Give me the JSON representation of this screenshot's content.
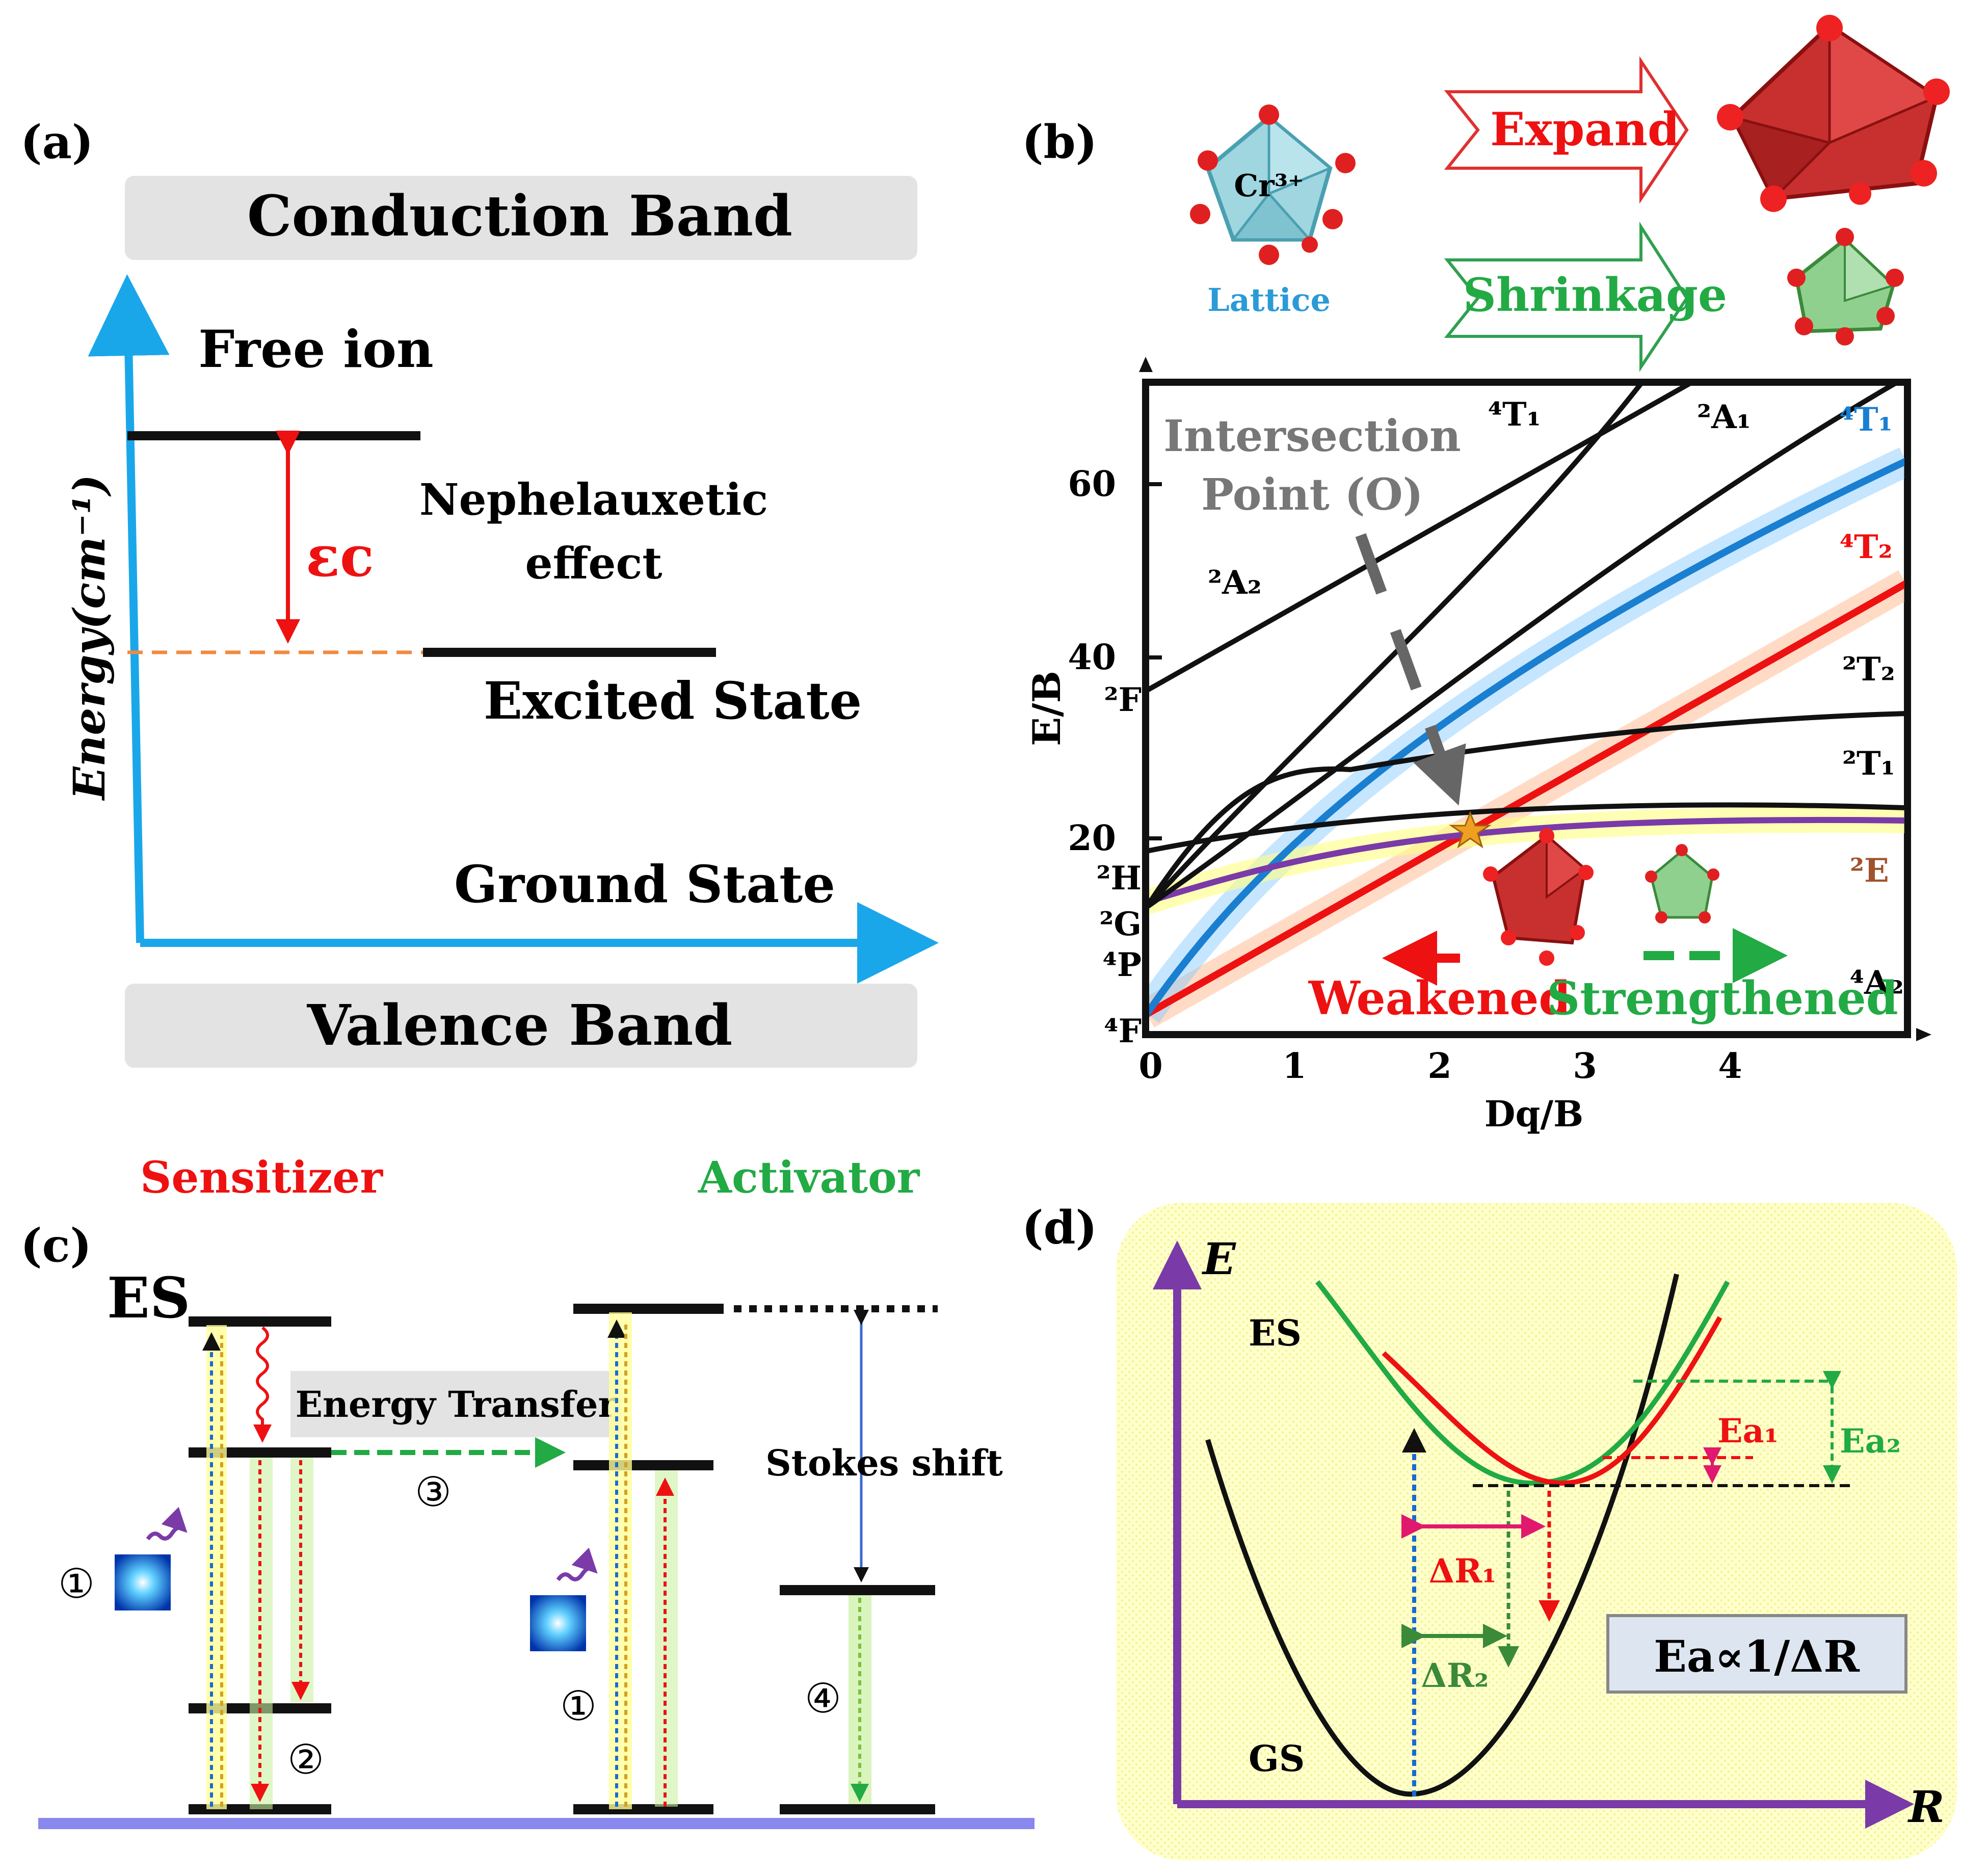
{
  "colors": {
    "black": "#111111",
    "axis_blue": "#1aa7ea",
    "red": "#ee1111",
    "green": "#22aa44",
    "blue_curve": "#1a7fd0",
    "purple": "#7a3aa8",
    "gray": "#777777",
    "band_gray": "#e3e3e3",
    "lattice_blue": "#2a9bd6",
    "brown": "#a0522d",
    "highlight_yellow": "#ffff99"
  },
  "panel_a": {
    "label": "(a)",
    "conduction_band": "Conduction Band",
    "valence_band": "Valence Band",
    "free_ion": "Free ion",
    "nephelauxetic_line1": "Nephelauxetic",
    "nephelauxetic_line2": "effect",
    "ec": "εc",
    "excited_state": "Excited State",
    "ground_state": "Ground State",
    "y_axis": "Energy(cm⁻¹)"
  },
  "panel_b": {
    "label": "(b)",
    "cr_ion": "Cr³⁺",
    "lattice": "Lattice",
    "expand": "Expand",
    "shrinkage": "Shrinkage",
    "ylabel": "E/B",
    "xlabel": "Dq/B",
    "y_ticks": [
      "20",
      "40",
      "60"
    ],
    "x_ticks": [
      "0",
      "1",
      "2",
      "3",
      "4"
    ],
    "intersection_line1": "Intersection",
    "intersection_line2": "Point (O)",
    "weakened": "Weakened",
    "strengthened": "Strengthened",
    "left_terms": [
      "⁴F",
      "⁴P",
      "²G",
      "²H",
      "²F"
    ],
    "curve_labels": [
      "⁴T₁",
      "²A₁",
      "⁴T₁",
      "⁴T₂",
      "²A₂",
      "²T₂",
      "²T₁",
      "²E",
      "⁴A₂"
    ]
  },
  "panel_c": {
    "label": "(c)",
    "sensitizer": "Sensitizer",
    "activator": "Activator",
    "es": "ES",
    "energy_transfer": "Energy Transfer",
    "stokes_shift": "Stokes shift",
    "steps": [
      "①",
      "②",
      "③",
      "①",
      "④"
    ]
  },
  "panel_d": {
    "label": "(d)",
    "e_axis": "E",
    "r_axis": "R",
    "es": "ES",
    "gs": "GS",
    "ea1": "Ea₁",
    "ea2": "Ea₂",
    "dr1": "ΔR₁",
    "dr2": "ΔR₂",
    "formula": "Ea∝1/ΔR"
  }
}
